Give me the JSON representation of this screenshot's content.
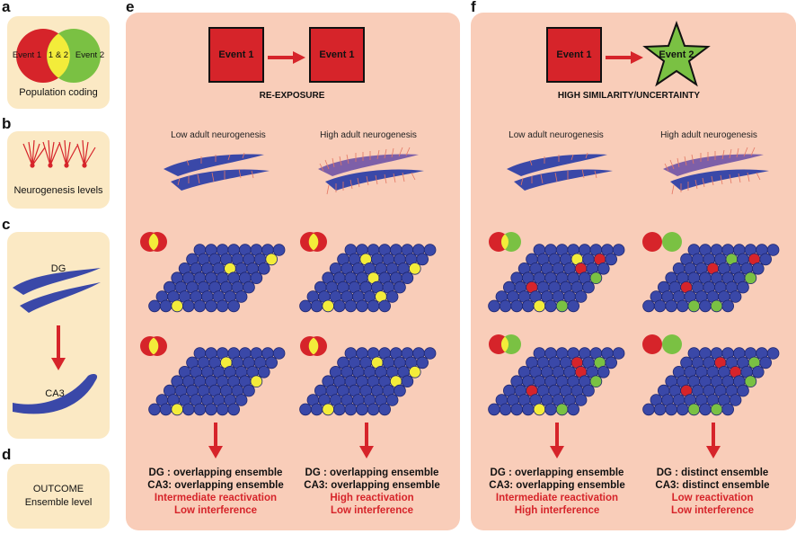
{
  "letters": {
    "a": "a",
    "b": "b",
    "c": "c",
    "d": "d",
    "e": "e",
    "f": "f"
  },
  "panel_a": {
    "event1": "Event 1",
    "overlap": "1 & 2",
    "event2": "Event 2",
    "caption": "Population coding"
  },
  "panel_b": {
    "caption": "Neurogenesis levels"
  },
  "panel_c": {
    "dg": "DG",
    "ca3": "CA3"
  },
  "panel_d": {
    "line1": "OUTCOME",
    "line2": "Ensemble level"
  },
  "panel_e": {
    "box1": "Event 1",
    "box2": "Event 1",
    "title": "RE-EXPOSURE",
    "low_label": "Low adult neurogenesis",
    "high_label": "High adult neurogenesis",
    "out_low": {
      "dg": "DG : overlapping ensemble",
      "ca3": "CA3: overlapping ensemble",
      "r1": "Intermediate reactivation",
      "r2": "Low interference"
    },
    "out_high": {
      "dg": "DG : overlapping ensemble",
      "ca3": "CA3: overlapping ensemble",
      "r1": "High  reactivation",
      "r2": "Low interference"
    }
  },
  "panel_f": {
    "box1": "Event 1",
    "star": "Event 2",
    "title": "HIGH SIMILARITY/UNCERTAINTY",
    "low_label": "Low adult neurogenesis",
    "high_label": "High adult neurogenesis",
    "out_low": {
      "dg": "DG : overlapping ensemble",
      "ca3": "CA3: overlapping ensemble",
      "r1": "Intermediate reactivation",
      "r2": "High interference"
    },
    "out_high": {
      "dg": "DG : distinct ensemble",
      "ca3": "CA3: distinct ensemble",
      "r1": "Low  reactivation",
      "r2": "Low interference"
    }
  },
  "colors": {
    "red": "#d6242a",
    "green": "#7ac143",
    "yellow": "#f3ec3a",
    "blue": "#3a48a8",
    "panel": "#f9cdb9",
    "side": "#fbe9c4"
  }
}
